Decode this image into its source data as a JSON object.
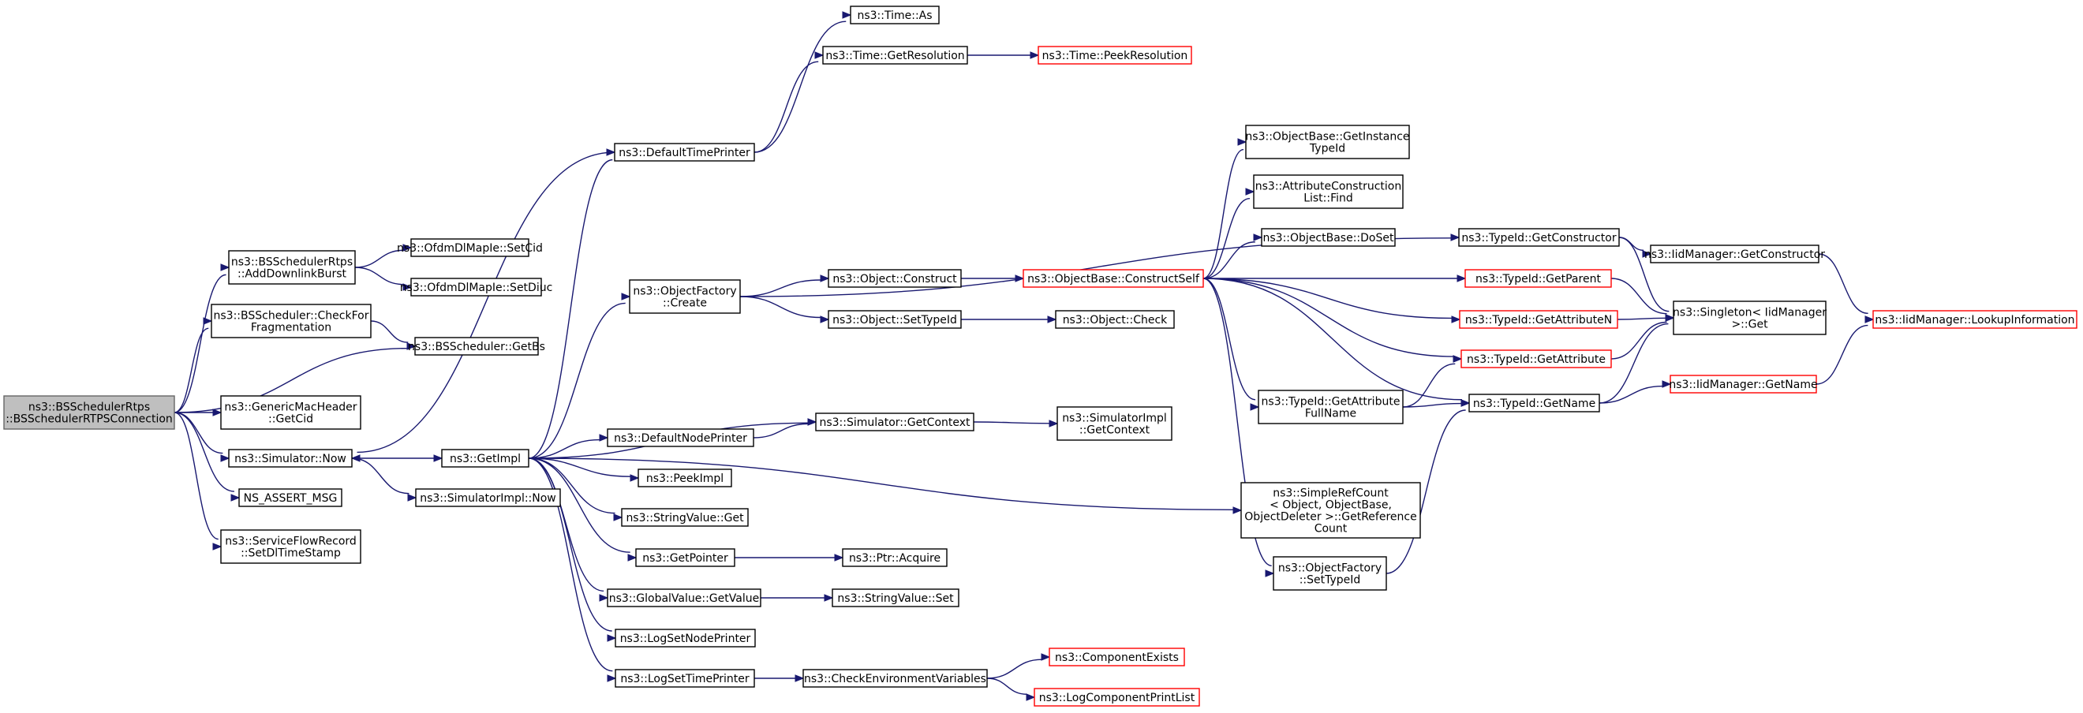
{
  "graph": {
    "colors": {
      "edge": "#191970",
      "node_border": "#000000",
      "node_border_incomplete": "#ff0000",
      "root_fill": "#bfbfbf"
    },
    "nodes": [
      {
        "id": "root",
        "lines": [
          "ns3::BSSchedulerRtps",
          "::BSSchedulerRTPSConnection"
        ],
        "style": "root"
      },
      {
        "id": "adddl",
        "lines": [
          "ns3::BSSchedulerRtps",
          "::AddDownlinkBurst"
        ],
        "style": "normal"
      },
      {
        "id": "checkfrag",
        "lines": [
          "ns3::BSScheduler::CheckFor",
          "Fragmentation"
        ],
        "style": "normal"
      },
      {
        "id": "getcid_hdr",
        "lines": [
          "ns3::GenericMacHeader",
          "::GetCid"
        ],
        "style": "normal"
      },
      {
        "id": "simnow",
        "lines": [
          "ns3::Simulator::Now"
        ],
        "style": "normal"
      },
      {
        "id": "assertmsg",
        "lines": [
          "NS_ASSERT_MSG"
        ],
        "style": "normal"
      },
      {
        "id": "setdlts",
        "lines": [
          "ns3::ServiceFlowRecord",
          "::SetDlTimeStamp"
        ],
        "style": "normal"
      },
      {
        "id": "setcid",
        "lines": [
          "ns3::OfdmDlMapIe::SetCid"
        ],
        "style": "normal"
      },
      {
        "id": "setdiuc",
        "lines": [
          "ns3::OfdmDlMapIe::SetDiuc"
        ],
        "style": "normal"
      },
      {
        "id": "getbs",
        "lines": [
          "ns3::BSScheduler::GetBs"
        ],
        "style": "normal"
      },
      {
        "id": "getimpl",
        "lines": [
          "ns3::GetImpl"
        ],
        "style": "normal"
      },
      {
        "id": "implnow",
        "lines": [
          "ns3::SimulatorImpl::Now"
        ],
        "style": "normal"
      },
      {
        "id": "deftime",
        "lines": [
          "ns3::DefaultTimePrinter"
        ],
        "style": "normal"
      },
      {
        "id": "ofcreate",
        "lines": [
          "ns3::ObjectFactory",
          "::Create"
        ],
        "style": "normal"
      },
      {
        "id": "defnode",
        "lines": [
          "ns3::DefaultNodePrinter"
        ],
        "style": "normal"
      },
      {
        "id": "peekimpl",
        "lines": [
          "ns3::PeekImpl"
        ],
        "style": "normal"
      },
      {
        "id": "svget",
        "lines": [
          "ns3::StringValue::Get"
        ],
        "style": "normal"
      },
      {
        "id": "getptr",
        "lines": [
          "ns3::GetPointer"
        ],
        "style": "normal"
      },
      {
        "id": "gvgetval",
        "lines": [
          "ns3::GlobalValue::GetValue"
        ],
        "style": "normal"
      },
      {
        "id": "lognode",
        "lines": [
          "ns3::LogSetNodePrinter"
        ],
        "style": "normal"
      },
      {
        "id": "logtime",
        "lines": [
          "ns3::LogSetTimePrinter"
        ],
        "style": "normal"
      },
      {
        "id": "timeas",
        "lines": [
          "ns3::Time::As"
        ],
        "style": "normal"
      },
      {
        "id": "getres",
        "lines": [
          "ns3::Time::GetResolution"
        ],
        "style": "normal"
      },
      {
        "id": "peekres",
        "lines": [
          "ns3::Time::PeekResolution"
        ],
        "style": "red"
      },
      {
        "id": "objconstruct",
        "lines": [
          "ns3::Object::Construct"
        ],
        "style": "normal"
      },
      {
        "id": "objsettid",
        "lines": [
          "ns3::Object::SetTypeId"
        ],
        "style": "normal"
      },
      {
        "id": "getctx",
        "lines": [
          "ns3::Simulator::GetContext"
        ],
        "style": "normal"
      },
      {
        "id": "ptracq",
        "lines": [
          "ns3::Ptr::Acquire"
        ],
        "style": "normal"
      },
      {
        "id": "svset",
        "lines": [
          "ns3::StringValue::Set"
        ],
        "style": "normal"
      },
      {
        "id": "checkenv",
        "lines": [
          "ns3::CheckEnvironmentVariables"
        ],
        "style": "normal"
      },
      {
        "id": "implctx",
        "lines": [
          "ns3::SimulatorImpl",
          "::GetContext"
        ],
        "style": "normal"
      },
      {
        "id": "objcheck",
        "lines": [
          "ns3::Object::Check"
        ],
        "style": "normal"
      },
      {
        "id": "compexists",
        "lines": [
          "ns3::ComponentExists"
        ],
        "style": "red"
      },
      {
        "id": "logcomplist",
        "lines": [
          "ns3::LogComponentPrintList"
        ],
        "style": "red"
      },
      {
        "id": "constructself",
        "lines": [
          "ns3::ObjectBase::ConstructSelf"
        ],
        "style": "red"
      },
      {
        "id": "getinsttid",
        "lines": [
          "ns3::ObjectBase::GetInstance",
          "TypeId"
        ],
        "style": "normal"
      },
      {
        "id": "attrfind",
        "lines": [
          "ns3::AttributeConstruction",
          "List::Find"
        ],
        "style": "normal"
      },
      {
        "id": "doset",
        "lines": [
          "ns3::ObjectBase::DoSet"
        ],
        "style": "normal"
      },
      {
        "id": "getattrfull",
        "lines": [
          "ns3::TypeId::GetAttribute",
          "FullName"
        ],
        "style": "normal"
      },
      {
        "id": "refcount",
        "lines": [
          "ns3::SimpleRefCount",
          "< Object, ObjectBase,",
          " ObjectDeleter >::GetReference",
          "Count"
        ],
        "style": "normal"
      },
      {
        "id": "ofsettid",
        "lines": [
          "ns3::ObjectFactory",
          "::SetTypeId"
        ],
        "style": "normal"
      },
      {
        "id": "tidgetctor",
        "lines": [
          "ns3::TypeId::GetConstructor"
        ],
        "style": "normal"
      },
      {
        "id": "getparent",
        "lines": [
          "ns3::TypeId::GetParent"
        ],
        "style": "red"
      },
      {
        "id": "getattrn",
        "lines": [
          "ns3::TypeId::GetAttributeN"
        ],
        "style": "red"
      },
      {
        "id": "getattr",
        "lines": [
          "ns3::TypeId::GetAttribute"
        ],
        "style": "red"
      },
      {
        "id": "getname",
        "lines": [
          "ns3::TypeId::GetName"
        ],
        "style": "normal"
      },
      {
        "id": "iidgetctor",
        "lines": [
          "ns3::IidManager::GetConstructor"
        ],
        "style": "normal"
      },
      {
        "id": "singleton",
        "lines": [
          "ns3::Singleton< IidManager",
          " >::Get"
        ],
        "style": "normal"
      },
      {
        "id": "iidgetname",
        "lines": [
          "ns3::IidManager::GetName"
        ],
        "style": "red"
      },
      {
        "id": "lookup",
        "lines": [
          "ns3::IidManager::LookupInformation"
        ],
        "style": "red"
      }
    ],
    "edges": [
      [
        "root",
        "adddl"
      ],
      [
        "root",
        "checkfrag"
      ],
      [
        "root",
        "getbs"
      ],
      [
        "root",
        "getcid_hdr"
      ],
      [
        "root",
        "simnow"
      ],
      [
        "root",
        "assertmsg"
      ],
      [
        "root",
        "setdlts"
      ],
      [
        "adddl",
        "setcid"
      ],
      [
        "adddl",
        "setdiuc"
      ],
      [
        "checkfrag",
        "getbs"
      ],
      [
        "simnow",
        "getimpl"
      ],
      [
        "simnow",
        "implnow"
      ],
      [
        "deftime",
        "simnow"
      ],
      [
        "deftime",
        "timeas"
      ],
      [
        "deftime",
        "getres"
      ],
      [
        "getres",
        "peekres"
      ],
      [
        "getimpl",
        "deftime"
      ],
      [
        "getimpl",
        "ofcreate"
      ],
      [
        "getimpl",
        "defnode"
      ],
      [
        "getimpl",
        "peekimpl"
      ],
      [
        "getimpl",
        "svget"
      ],
      [
        "getimpl",
        "getptr"
      ],
      [
        "getimpl",
        "gvgetval"
      ],
      [
        "getimpl",
        "lognode"
      ],
      [
        "getimpl",
        "logtime"
      ],
      [
        "getimpl",
        "getctx"
      ],
      [
        "getimpl",
        "refcount"
      ],
      [
        "ofcreate",
        "objconstruct"
      ],
      [
        "ofcreate",
        "objsettid"
      ],
      [
        "ofcreate",
        "tidgetctor"
      ],
      [
        "objconstruct",
        "constructself"
      ],
      [
        "objsettid",
        "objcheck"
      ],
      [
        "defnode",
        "getctx"
      ],
      [
        "getctx",
        "implctx"
      ],
      [
        "getptr",
        "ptracq"
      ],
      [
        "gvgetval",
        "svset"
      ],
      [
        "logtime",
        "checkenv"
      ],
      [
        "checkenv",
        "compexists"
      ],
      [
        "checkenv",
        "logcomplist"
      ],
      [
        "constructself",
        "getinsttid"
      ],
      [
        "constructself",
        "attrfind"
      ],
      [
        "constructself",
        "doset"
      ],
      [
        "constructself",
        "getparent"
      ],
      [
        "constructself",
        "getattrn"
      ],
      [
        "constructself",
        "getattr"
      ],
      [
        "constructself",
        "getattrfull"
      ],
      [
        "constructself",
        "getname"
      ],
      [
        "constructself",
        "ofsettid"
      ],
      [
        "getattrfull",
        "getattr"
      ],
      [
        "getattrfull",
        "getname"
      ],
      [
        "ofsettid",
        "getname"
      ],
      [
        "tidgetctor",
        "iidgetctor"
      ],
      [
        "tidgetctor",
        "singleton"
      ],
      [
        "getparent",
        "singleton"
      ],
      [
        "getattrn",
        "singleton"
      ],
      [
        "getattr",
        "singleton"
      ],
      [
        "getname",
        "singleton"
      ],
      [
        "getname",
        "iidgetname"
      ],
      [
        "iidgetctor",
        "lookup"
      ],
      [
        "iidgetname",
        "lookup"
      ]
    ]
  }
}
